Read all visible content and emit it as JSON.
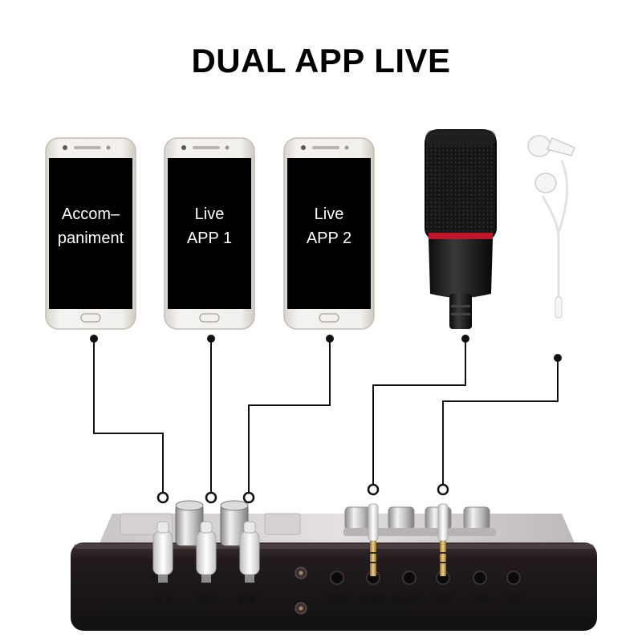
{
  "title": "DUAL APP LIVE",
  "phones": [
    {
      "line1": "Accom–",
      "line2": "paniment"
    },
    {
      "line1": "Live",
      "line2": "APP 1"
    },
    {
      "line1": "Live",
      "line2": "APP 2"
    }
  ],
  "ports": [
    "USB",
    "直播1",
    "直播2",
    "电容麦",
    "电容麦",
    "音乐输入",
    "耳机",
    "音箱",
    "耳麦"
  ],
  "colors": {
    "phone_body": "#e9e6e1",
    "screen": "#000000",
    "mixer_body": "#2a2224",
    "wire": "#111111",
    "mic_ring": "#c0152a"
  }
}
